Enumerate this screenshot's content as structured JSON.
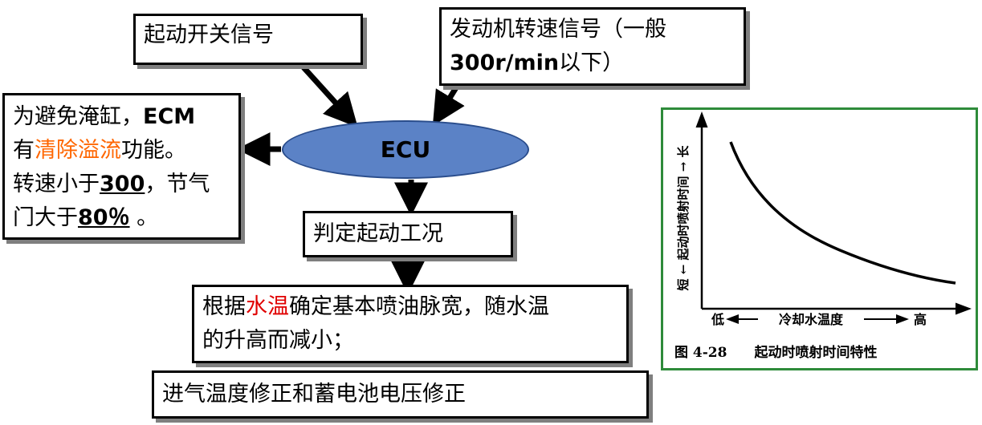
{
  "start_switch_box": {
    "text": "起动开关信号"
  },
  "engine_speed_box": {
    "line1": "发动机转速信号（一般",
    "line2_bold": "300r/min",
    "line2_rest": "以下）"
  },
  "ecu": {
    "label": "ECU"
  },
  "flood_box": {
    "line1_text": "为避免淹缸，",
    "line1_bold": "ECM",
    "line2_prefix": "有",
    "line2_highlight": "清除溢流",
    "line2_suffix": "功能。",
    "line3_prefix": "转速小于",
    "line3_value": "300",
    "line3_suffix": "，节气",
    "line4_prefix": "门大于",
    "line4_value": "80％",
    "line4_suffix": " 。"
  },
  "judge_box": {
    "text": "判定起动工况"
  },
  "water_temp_box": {
    "line1_prefix": "根据",
    "line1_highlight": "水温",
    "line1_suffix": "确定基本喷油脉宽，随水温",
    "line2": "的升高而减小；"
  },
  "correction_box": {
    "text": "进气温度修正和蓄电池电压修正"
  },
  "figure": {
    "caption": "图 4-28　　起动时喷射时间特性",
    "y_axis_text": "短 ← 起动时喷射时间 → 长",
    "x_axis_low": "低",
    "x_axis_mid": "冷却水温度",
    "x_axis_high": "高",
    "border_color": "#2e8b3a"
  },
  "colors": {
    "ecu_fill": "#5b82c6",
    "highlight_orange": "#ff6600",
    "highlight_red": "#e00000"
  }
}
